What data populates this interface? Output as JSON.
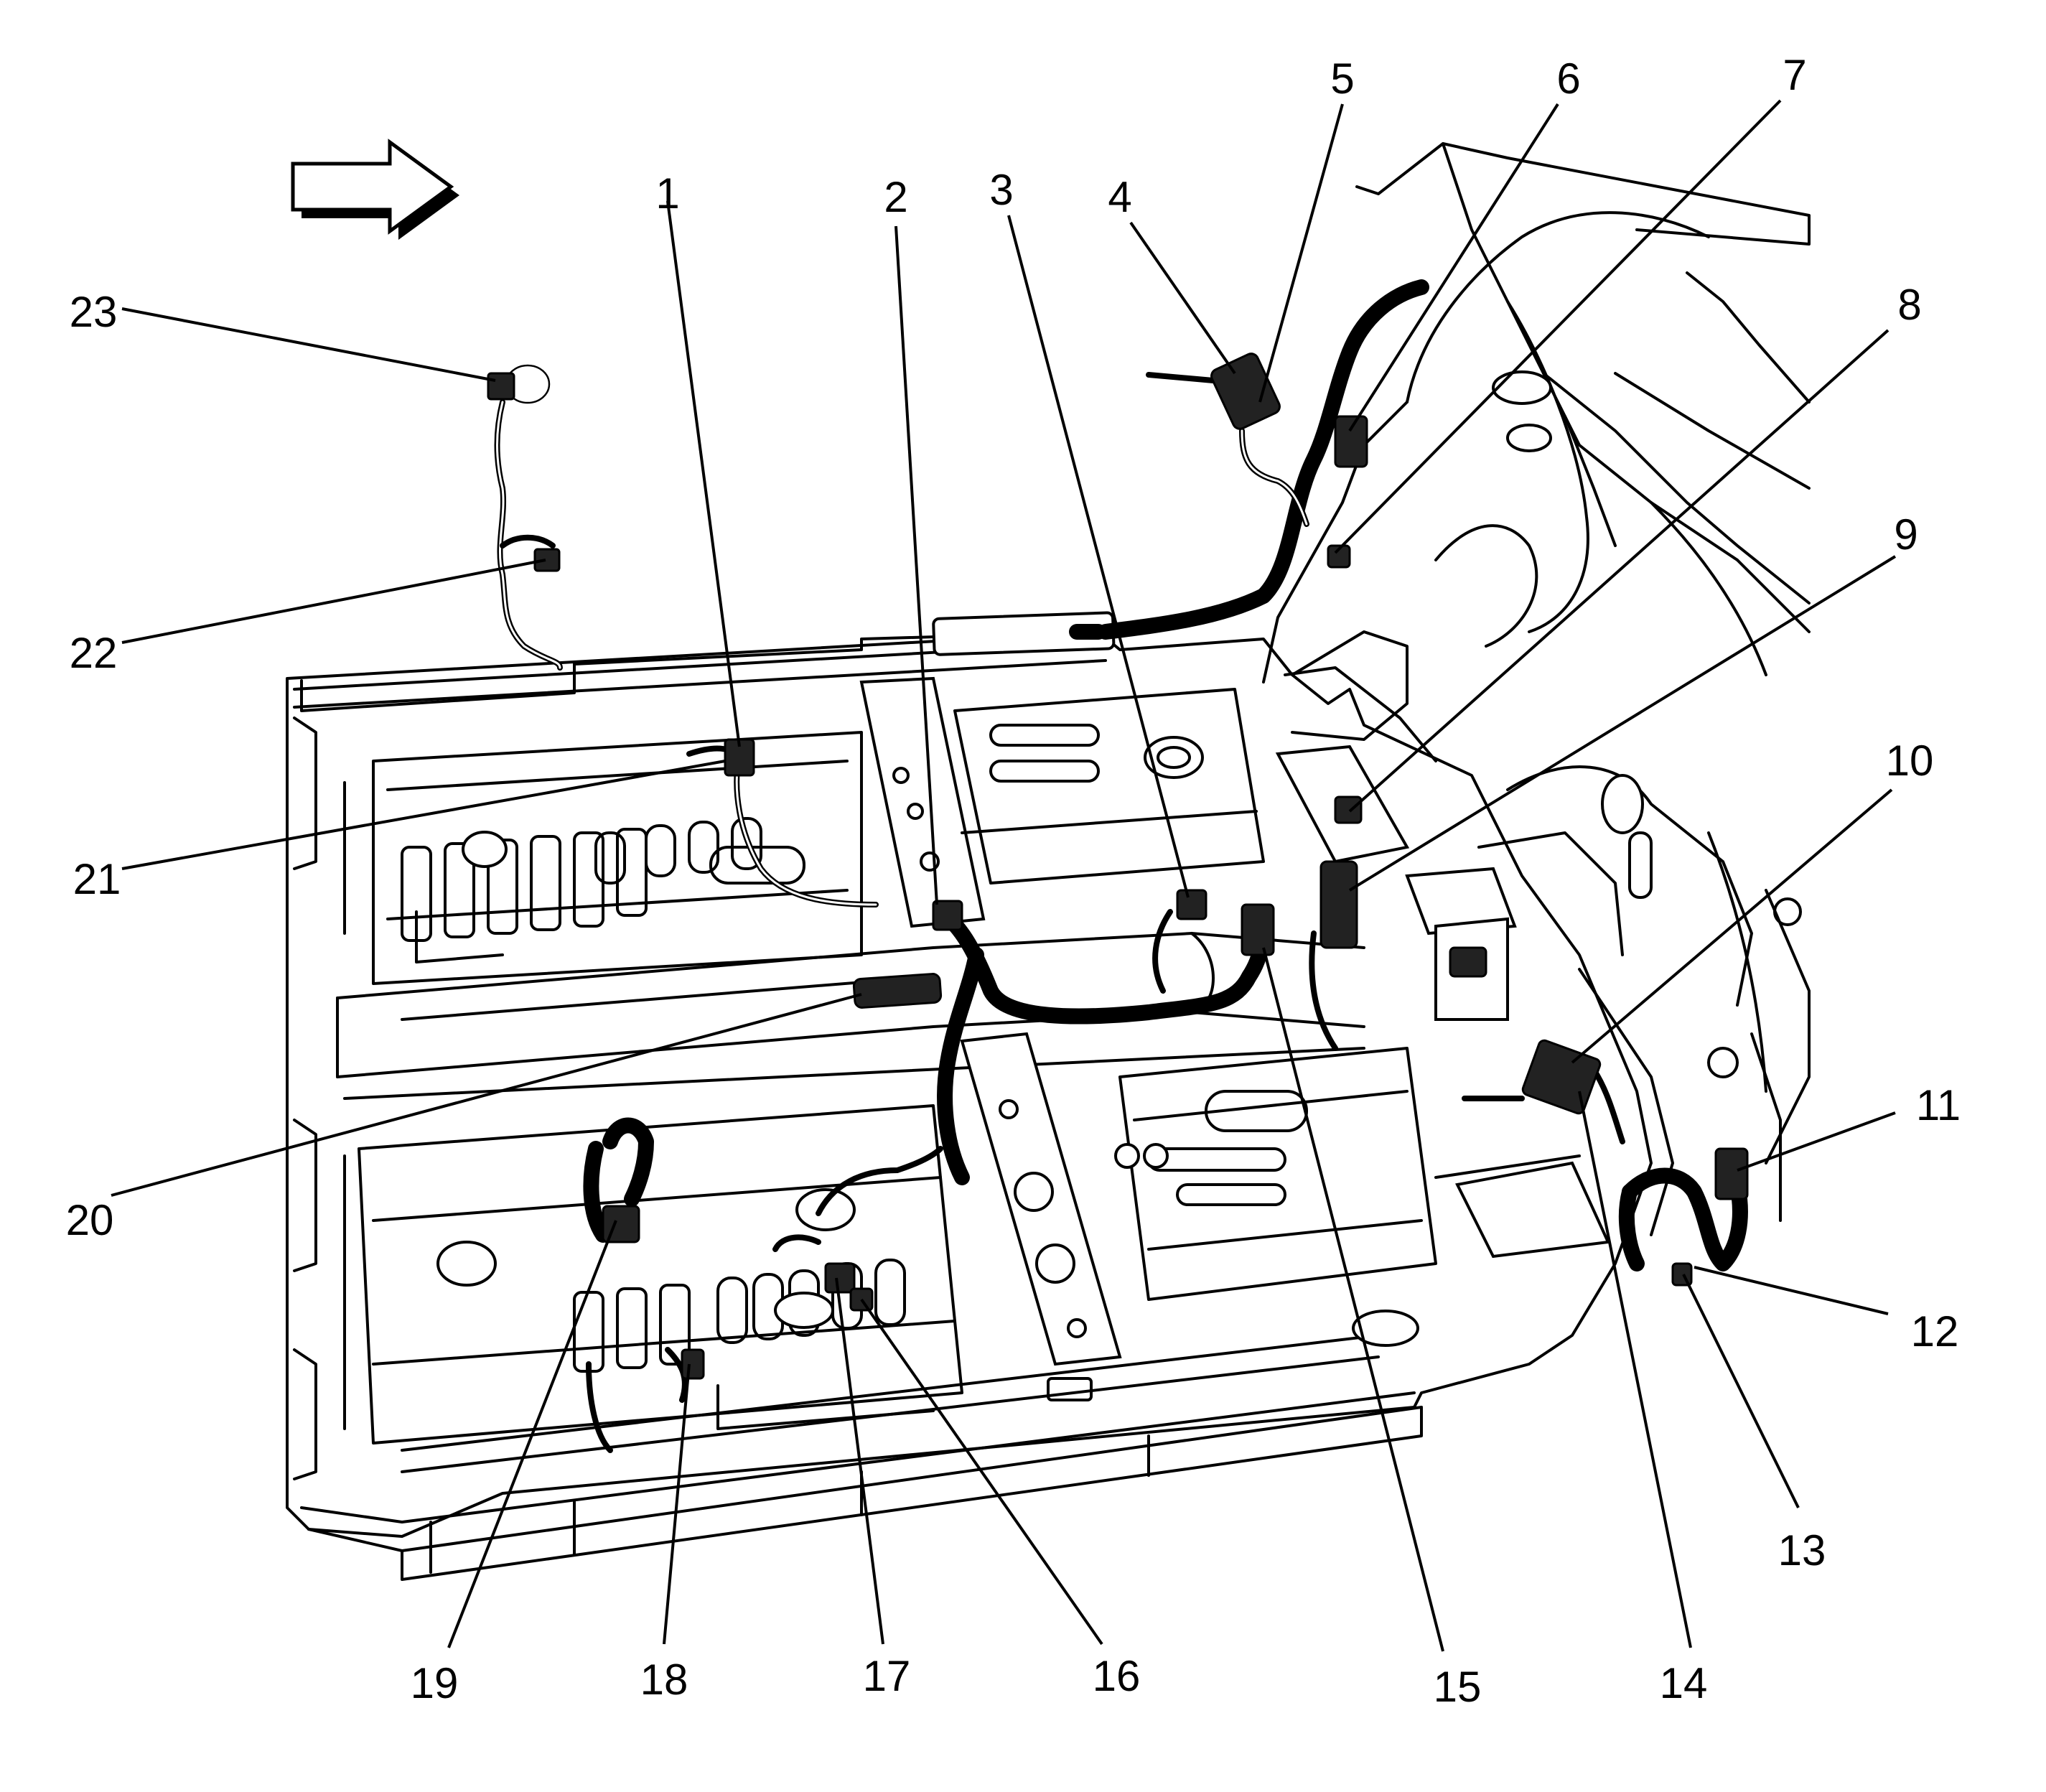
{
  "callouts": [
    {
      "id": 1,
      "label": "1"
    },
    {
      "id": 2,
      "label": "2"
    },
    {
      "id": 3,
      "label": "3"
    },
    {
      "id": 4,
      "label": "4"
    },
    {
      "id": 5,
      "label": "5"
    },
    {
      "id": 6,
      "label": "6"
    },
    {
      "id": 7,
      "label": "7"
    },
    {
      "id": 8,
      "label": "8"
    },
    {
      "id": 9,
      "label": "9"
    },
    {
      "id": 10,
      "label": "10"
    },
    {
      "id": 11,
      "label": "11"
    },
    {
      "id": 12,
      "label": "12"
    },
    {
      "id": 13,
      "label": "13"
    },
    {
      "id": 14,
      "label": "14"
    },
    {
      "id": 15,
      "label": "15"
    },
    {
      "id": 16,
      "label": "16"
    },
    {
      "id": 17,
      "label": "17"
    },
    {
      "id": 18,
      "label": "18"
    },
    {
      "id": 19,
      "label": "19"
    },
    {
      "id": 20,
      "label": "20"
    },
    {
      "id": 21,
      "label": "21"
    },
    {
      "id": 22,
      "label": "22"
    },
    {
      "id": 23,
      "label": "23"
    }
  ],
  "direction_arrow": {
    "icon": "front-direction-arrow-icon",
    "points": "right"
  },
  "line_color": "#000000",
  "background_color": "#ffffff"
}
